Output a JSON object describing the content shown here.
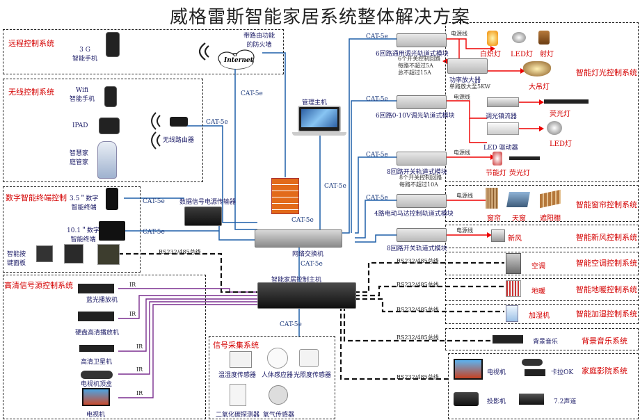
{
  "title": "威格雷斯智能家居系统整体解决方案",
  "groups": {
    "remote": "远程控制系统",
    "wireless": "无线控制系统",
    "terminal": "数字智能终端控制",
    "hd": "高清信号源控制系统",
    "sensor": "信号采集系统",
    "lighting": "智能灯光控制系统",
    "curtain": "智能窗帘控制系统",
    "fresh": "智能新风控制系统",
    "ac": "智能空调控制系统",
    "floor": "智能地暖控制系统",
    "humid": "智能加湿控制系统",
    "music": "背景音乐系统",
    "theater": "家庭影院系统"
  },
  "devices": {
    "phone_3g": "3 G\n智能手机",
    "firewall": "带路由功能\n的防火墙",
    "internet": "Internet",
    "wifi_phone": "Wifi\n智能手机",
    "ipad": "IPAD",
    "robot": "智慧家\n庭管家",
    "router": "无线路由器",
    "mgmt_host": "管理主机",
    "terminal_35": "3.5＂数字\n智能终端",
    "terminal_101": "10.1＂数字\n智能终端",
    "power_transmitter": "数据信号电源传输器",
    "keypad": "智能按\n键面板",
    "switch": "网络交换机",
    "control_host": "智能家居控制主机",
    "bluray": "蓝光播放机",
    "hdd_player": "硬盘高清播放机",
    "satellite": "高清卫星机",
    "tv_box": "电视机顶盒",
    "tv": "电视机",
    "temp_sensor": "温湿度传感器",
    "body_sensor": "人体感应器",
    "light_sensor": "光照度传感器",
    "co2_sensor": "二氧化碳探测器",
    "o2_sensor": "氧气传感器"
  },
  "modules": {
    "m1": "6回路通用调光轨道式模块",
    "m1_note": "6个开关控制回路\n每路不超过5A\n总不超过15A",
    "m2": "功率放大器",
    "m2_note": "单路放大至5KW",
    "m3": "6回路0-10V调光轨道式模块",
    "m4": "8回路开关轨道式模块",
    "m4_note": "8个开关控制回路\n每路不超过10A",
    "m5": "4路电动马达控制轨道式模块",
    "m6": "8回路开关轨道式模块"
  },
  "loads": {
    "incandescent": "白炽灯",
    "led1": "LED灯",
    "spot": "射灯",
    "chandelier": "大吊灯",
    "ballast": "调光镇流器",
    "fluorescent1": "荧光灯",
    "led_driver": "LED 驱动器",
    "led2": "LED灯",
    "energy_saving": "节能灯",
    "fluorescent2": "荧光灯",
    "curtain": "窗帘",
    "skylight": "天窗",
    "awning": "遮阳棚",
    "fresh_air": "新风",
    "aircon": "空调",
    "floor_heat": "地暖",
    "humidifier": "加湿机",
    "music": "背景音乐",
    "theater_tv": "电视机",
    "karaoke": "卡拉OK",
    "projector": "投影机",
    "sound72": "7.2声道"
  },
  "links": {
    "cat5e": "CAT-5e",
    "power_line": "电源线",
    "rs": "RS232/485总线",
    "ir": "IR"
  }
}
